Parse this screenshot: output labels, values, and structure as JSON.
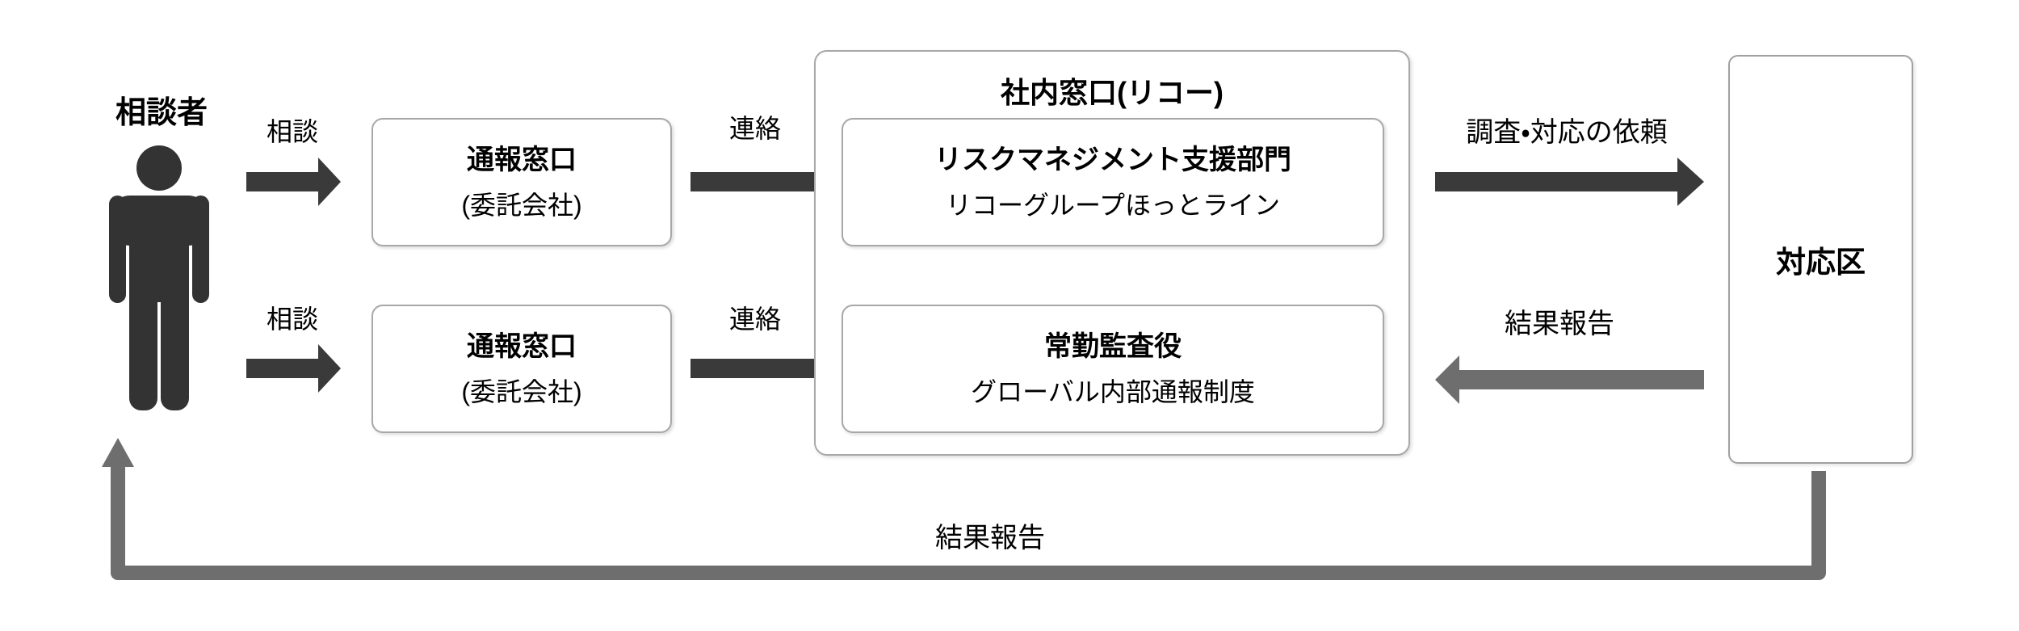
{
  "colors": {
    "dark_arrow": "#3a3a3a",
    "gray_arrow": "#6e6e6e",
    "box_border": "#a8a8a8",
    "person_icon": "#333333",
    "text": "#000000"
  },
  "actor": {
    "label": "相談者"
  },
  "arrows": {
    "consult_top": "相談",
    "consult_bottom": "相談",
    "contact_top": "連絡",
    "contact_bottom": "連絡",
    "request": "調査・対応の依頼",
    "report_right": "結果報告",
    "report_bottom": "結果報告"
  },
  "boxes": {
    "hotline_top": {
      "title": "通報窓口",
      "subtitle": "(委託会社)"
    },
    "hotline_bottom": {
      "title": "通報窓口",
      "subtitle": "(委託会社)"
    },
    "internal": {
      "title": "社内窓口(リコー)"
    },
    "risk_support": {
      "title": "リスクマネジメント支援部門",
      "subtitle": "リコーグループほっとライン"
    },
    "auditor": {
      "title": "常勤監査役",
      "subtitle": "グローバル内部通報制度"
    },
    "response": {
      "label": "対応区"
    }
  }
}
